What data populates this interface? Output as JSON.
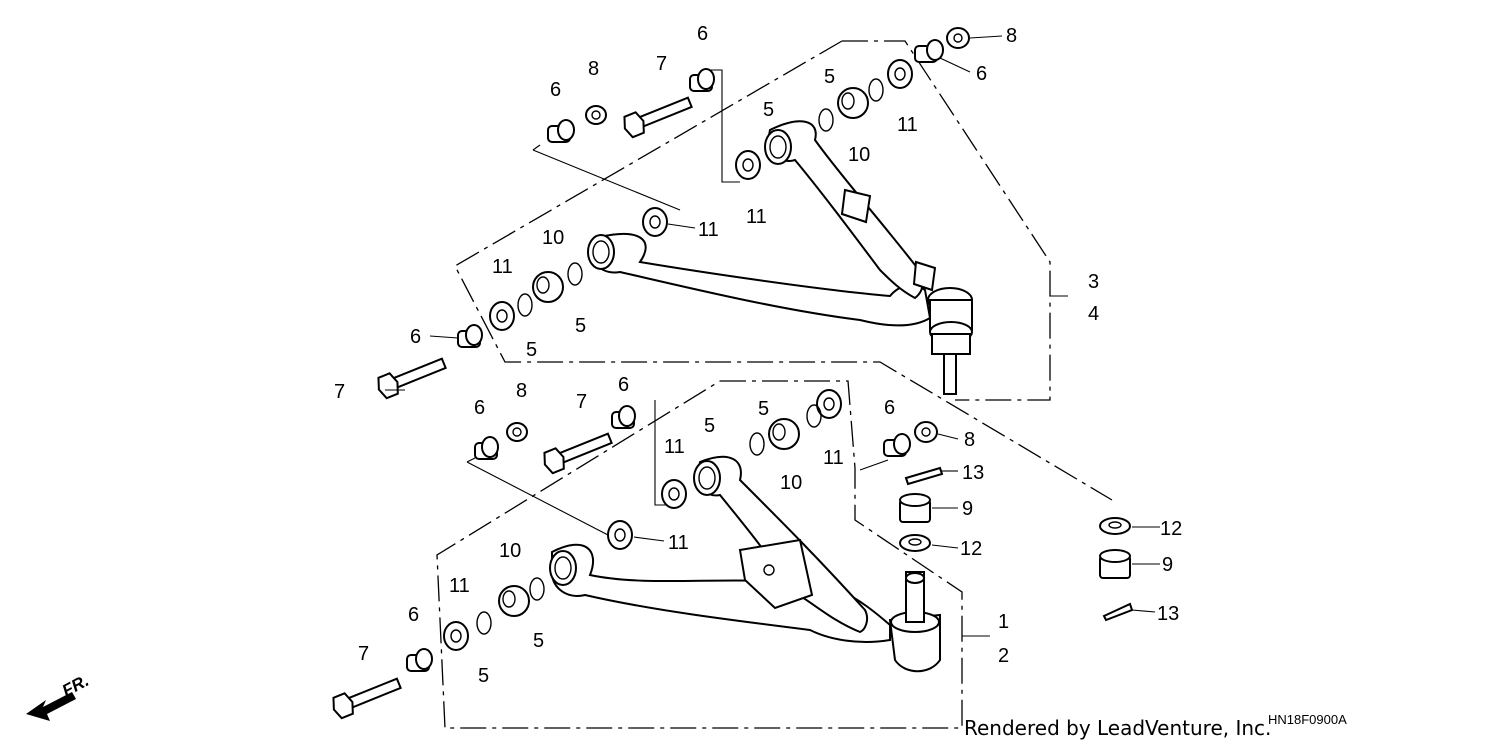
{
  "credit": "Rendered by LeadVenture, Inc.",
  "diagram_code": "HN18F0900A",
  "direction_label": "FR.",
  "callouts": [
    {
      "id": "c1",
      "text": "1"
    },
    {
      "id": "c2",
      "text": "2"
    },
    {
      "id": "c3",
      "text": "3"
    },
    {
      "id": "c4",
      "text": "4"
    },
    {
      "id": "c5a",
      "text": "5"
    },
    {
      "id": "c5b",
      "text": "5"
    },
    {
      "id": "c5c",
      "text": "5"
    },
    {
      "id": "c5d",
      "text": "5"
    },
    {
      "id": "c5e",
      "text": "5"
    },
    {
      "id": "c5f",
      "text": "5"
    },
    {
      "id": "c5g",
      "text": "5"
    },
    {
      "id": "c5h",
      "text": "5"
    },
    {
      "id": "c6a",
      "text": "6"
    },
    {
      "id": "c6b",
      "text": "6"
    },
    {
      "id": "c6c",
      "text": "6"
    },
    {
      "id": "c6d",
      "text": "6"
    },
    {
      "id": "c6e",
      "text": "6"
    },
    {
      "id": "c6f",
      "text": "6"
    },
    {
      "id": "c6g",
      "text": "6"
    },
    {
      "id": "c6h",
      "text": "6"
    },
    {
      "id": "c7a",
      "text": "7"
    },
    {
      "id": "c7b",
      "text": "7"
    },
    {
      "id": "c7c",
      "text": "7"
    },
    {
      "id": "c7d",
      "text": "7"
    },
    {
      "id": "c8a",
      "text": "8"
    },
    {
      "id": "c8b",
      "text": "8"
    },
    {
      "id": "c8c",
      "text": "8"
    },
    {
      "id": "c8d",
      "text": "8"
    },
    {
      "id": "c9a",
      "text": "9"
    },
    {
      "id": "c9b",
      "text": "9"
    },
    {
      "id": "c10a",
      "text": "10"
    },
    {
      "id": "c10b",
      "text": "10"
    },
    {
      "id": "c10c",
      "text": "10"
    },
    {
      "id": "c10d",
      "text": "10"
    },
    {
      "id": "c11a",
      "text": "11"
    },
    {
      "id": "c11b",
      "text": "11"
    },
    {
      "id": "c11c",
      "text": "11"
    },
    {
      "id": "c11d",
      "text": "11"
    },
    {
      "id": "c11e",
      "text": "11"
    },
    {
      "id": "c11f",
      "text": "11"
    },
    {
      "id": "c11g",
      "text": "11"
    },
    {
      "id": "c11h",
      "text": "11"
    },
    {
      "id": "c12a",
      "text": "12"
    },
    {
      "id": "c12b",
      "text": "12"
    },
    {
      "id": "c13a",
      "text": "13"
    },
    {
      "id": "c13b",
      "text": "13"
    }
  ]
}
